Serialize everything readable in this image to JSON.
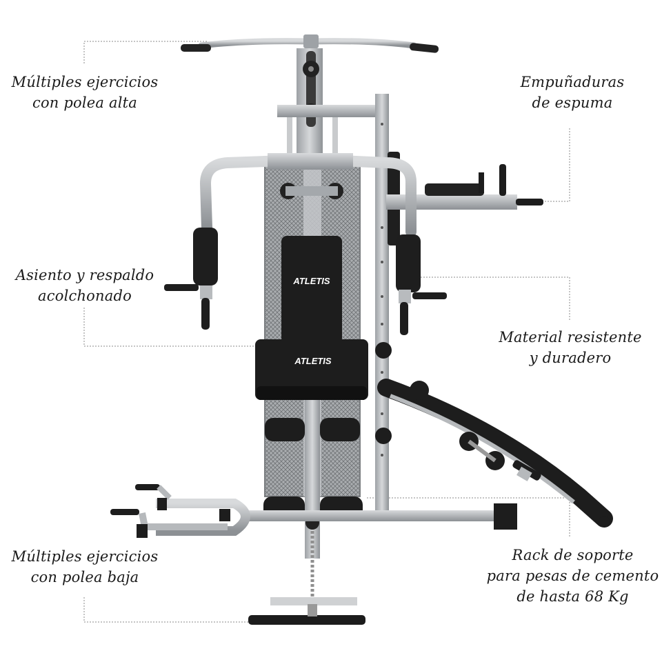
{
  "callouts": {
    "high_pulley": {
      "line1": "Múltiples ejercicios",
      "line2": "con polea alta"
    },
    "foam_grips": {
      "line1": "Empuñaduras",
      "line2": "de espuma"
    },
    "padded_seat": {
      "line1": "Asiento y respaldo",
      "line2": "acolchonado"
    },
    "material": {
      "line1": "Material resistente",
      "line2": "y duradero"
    },
    "low_pulley": {
      "line1": "Múltiples ejercicios",
      "line2": "con polea baja"
    },
    "rack": {
      "line1": "Rack de soporte",
      "line2": "para pesas de cemento",
      "line3": "de hasta 68 Kg"
    }
  },
  "brand": {
    "backrest_logo": "ATLETIS",
    "seat_logo": "ATLETIS"
  },
  "colors": {
    "frame": "#b9bcc0",
    "frame_dark": "#8e9296",
    "padding": "#1e1e1e",
    "leader_line": "#8a8a8a"
  }
}
